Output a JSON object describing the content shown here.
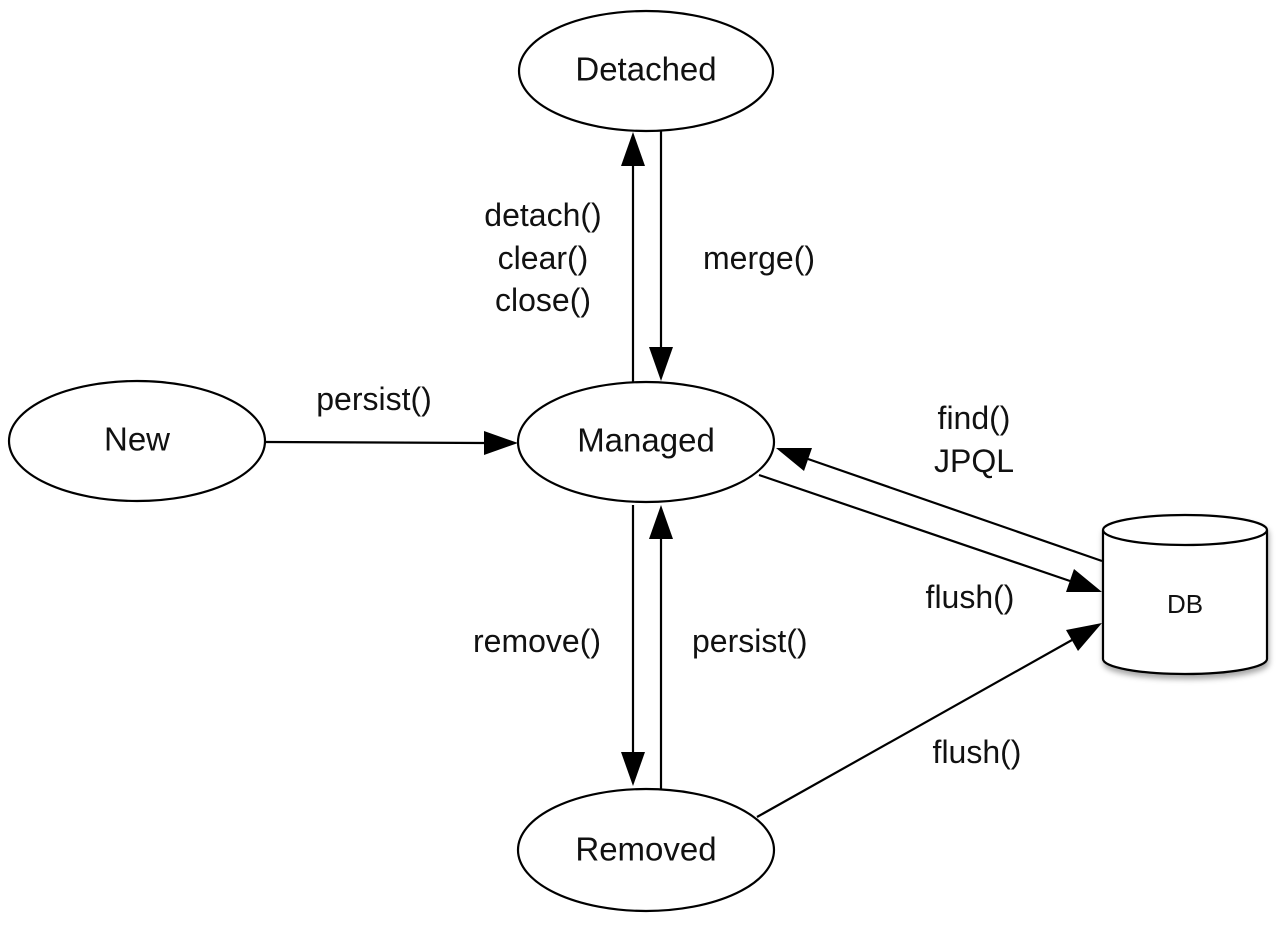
{
  "nodes": {
    "detached": "Detached",
    "new": "New",
    "managed": "Managed",
    "removed": "Removed",
    "db": "DB"
  },
  "edges": {
    "managed_to_detached": [
      "detach()",
      "clear()",
      "close()"
    ],
    "detached_to_managed": "merge()",
    "new_to_managed": "persist()",
    "db_to_managed": [
      "find()",
      "JPQL"
    ],
    "managed_to_db": "flush()",
    "managed_to_removed": "remove()",
    "removed_to_managed": "persist()",
    "removed_to_db": "flush()"
  },
  "colors": {
    "stroke": "#000000",
    "fill": "#ffffff",
    "text": "#111111"
  }
}
